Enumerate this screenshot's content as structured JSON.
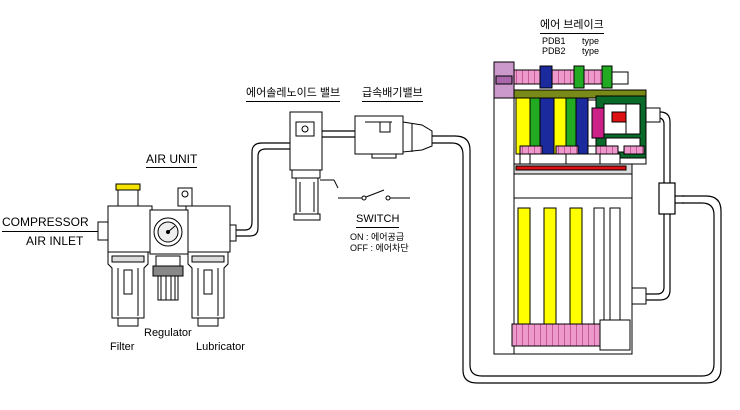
{
  "labels": {
    "compressor": "COMPRESSOR",
    "air_inlet": "AIR INLET",
    "air_unit": "AIR UNIT",
    "filter": "Filter",
    "regulator": "Regulator",
    "lubricator": "Lubricator",
    "solenoid_valve": "에어솔레노이드 밸브",
    "quick_exhaust_valve": "급속배기밸브",
    "switch": "SWITCH",
    "switch_on": "ON  :  에어공급",
    "switch_off": "OFF  :  에어차단",
    "air_brake": "에어 브레이크",
    "pdb1_model": "PDB1",
    "pdb1_type": "type",
    "pdb2_model": "PDB2",
    "pdb2_type": "type"
  },
  "colors": {
    "line": "#000000",
    "yellow": "#ffff00",
    "green": "#22aa22",
    "blue": "#1b2a9c",
    "pink": "#ee99cc",
    "magenta": "#cc2288",
    "red": "#dd1111",
    "olive": "#7a8a18",
    "dark_green": "#0a6a2a"
  }
}
